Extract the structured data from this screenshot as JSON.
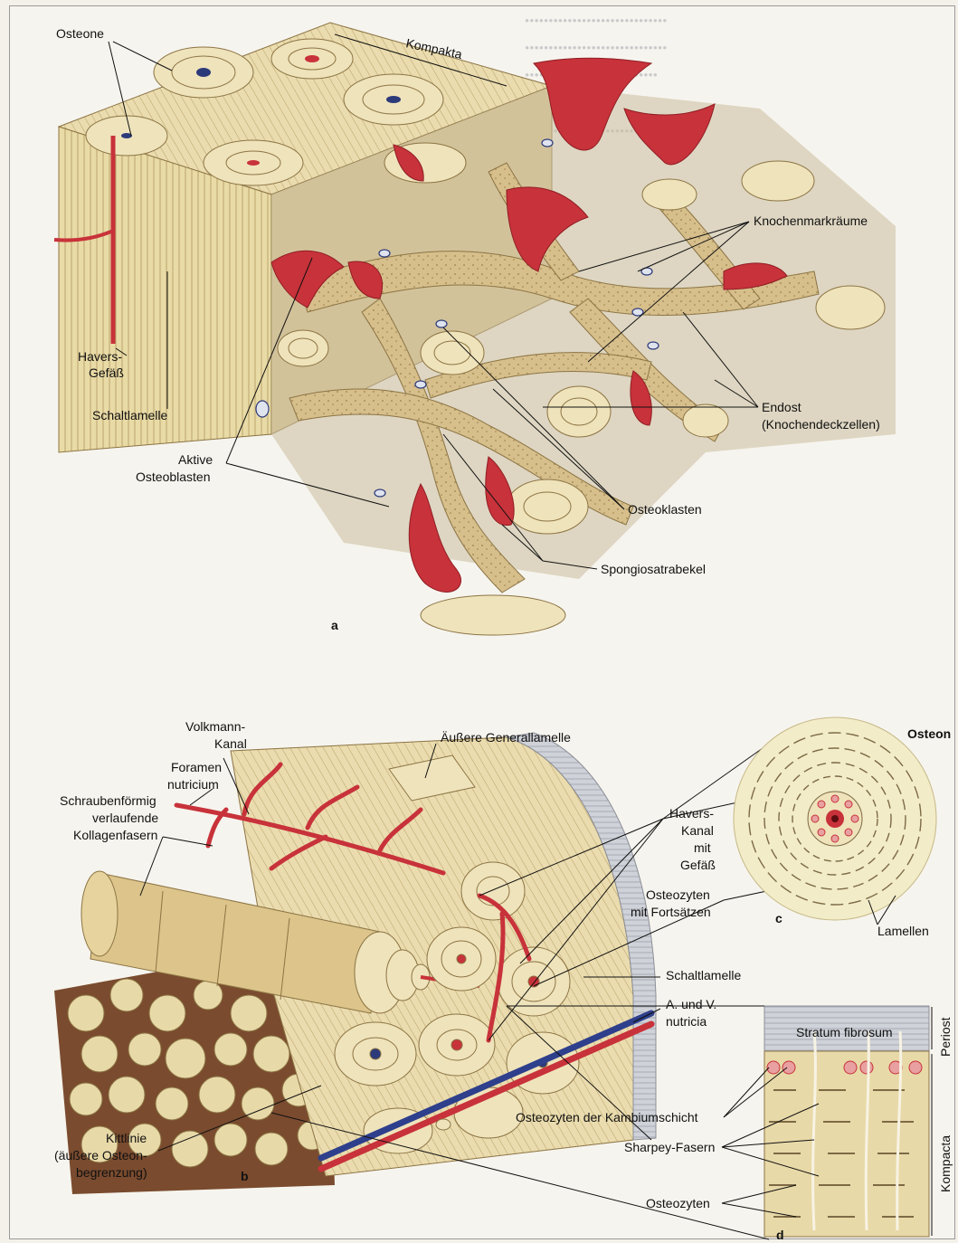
{
  "panels": {
    "a": "a",
    "b": "b",
    "c": "c",
    "d": "d"
  },
  "labels_a": {
    "osteone": "Osteone",
    "kompakta": "Kompakta",
    "havers_gefaess_1": "Havers-",
    "havers_gefaess_2": "Gefäß",
    "schaltlamelle": "Schaltlamelle",
    "aktive_osteoblasten_1": "Aktive",
    "aktive_osteoblasten_2": "Osteoblasten",
    "knochenmarkraeume": "Knochenmarkräume",
    "endost_1": "Endost",
    "endost_2": "(Knochendeckzellen)",
    "osteoklasten": "Osteoklasten",
    "spongiosatrabekel": "Spongiosatrabekel"
  },
  "labels_b": {
    "volkmann_kanal_1": "Volkmann-",
    "volkmann_kanal_2": "Kanal",
    "foramen_nutricium_1": "Foramen",
    "foramen_nutricium_2": "nutricium",
    "aeussere_generallamelle": "Äußere Generallamelle",
    "kollagenfasern_1": "Schraubenförmig",
    "kollagenfasern_2": "verlaufende",
    "kollagenfasern_3": "Kollagenfasern",
    "havers_kanal_1": "Havers-",
    "havers_kanal_2": "Kanal",
    "havers_kanal_3": "mit",
    "havers_kanal_4": "Gefäß",
    "osteozyten_fortsaetze_1": "Osteozyten",
    "osteozyten_fortsaetze_2": "mit Fortsätzen",
    "schaltlamelle": "Schaltlamelle",
    "a_v_nutricia_1": "A. und V.",
    "a_v_nutricia_2": "nutricia",
    "kittlinie_1": "Kittlinie",
    "kittlinie_2": "(äußere Osteon-",
    "kittlinie_3": "begrenzung)"
  },
  "labels_c": {
    "osteon": "Osteon",
    "lamellen": "Lamellen"
  },
  "labels_d": {
    "stratum_fibrosum": "Stratum fibrosum",
    "periost": "Periost",
    "kompacta": "Kompacta",
    "osteozyten_kambiumschicht": "Osteozyten der Kambiumschicht",
    "sharpey_fasern": "Sharpey-Fasern",
    "osteozyten": "Osteozyten"
  },
  "colors": {
    "bone": "#e8d9a8",
    "bone_dark": "#c9b07a",
    "trabecula": "#d8c08e",
    "marrow": "#cbbd9e",
    "vessel_red": "#c8323a",
    "vessel_blue": "#2e3f8c",
    "periost": "#c9ccd3",
    "lamella_line": "#7d6a45"
  }
}
